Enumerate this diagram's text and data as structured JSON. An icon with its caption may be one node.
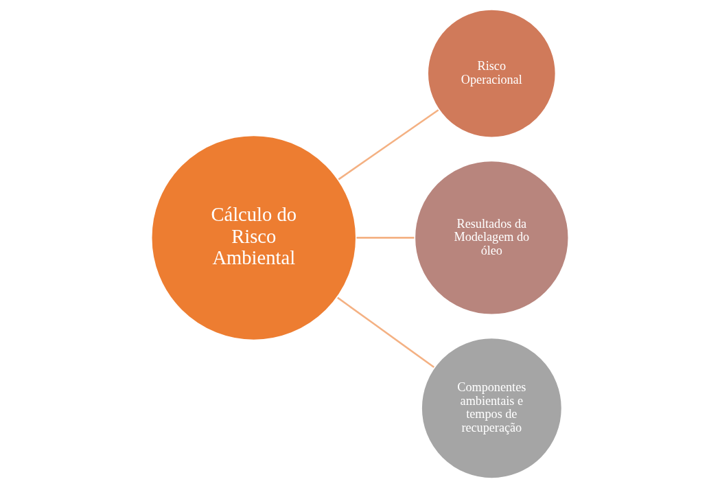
{
  "diagram": {
    "nodes": [
      {
        "text": [
          "Cálculo do Risco Ambiental"
        ]
      },
      {
        "text": [
          "Risco Operacional"
        ]
      },
      {
        "text": [
          "Resultados da Modelagem do óleo"
        ]
      },
      {
        "text": [
          "Componentes ambientais e tempos de recuperação"
        ]
      }
    ],
    "edges": [
      {
        "from": 0,
        "to": 1,
        "arrow": "none"
      },
      {
        "from": 0,
        "to": 2,
        "arrow": "none"
      },
      {
        "from": 0,
        "to": 3,
        "arrow": "none"
      }
    ]
  }
}
